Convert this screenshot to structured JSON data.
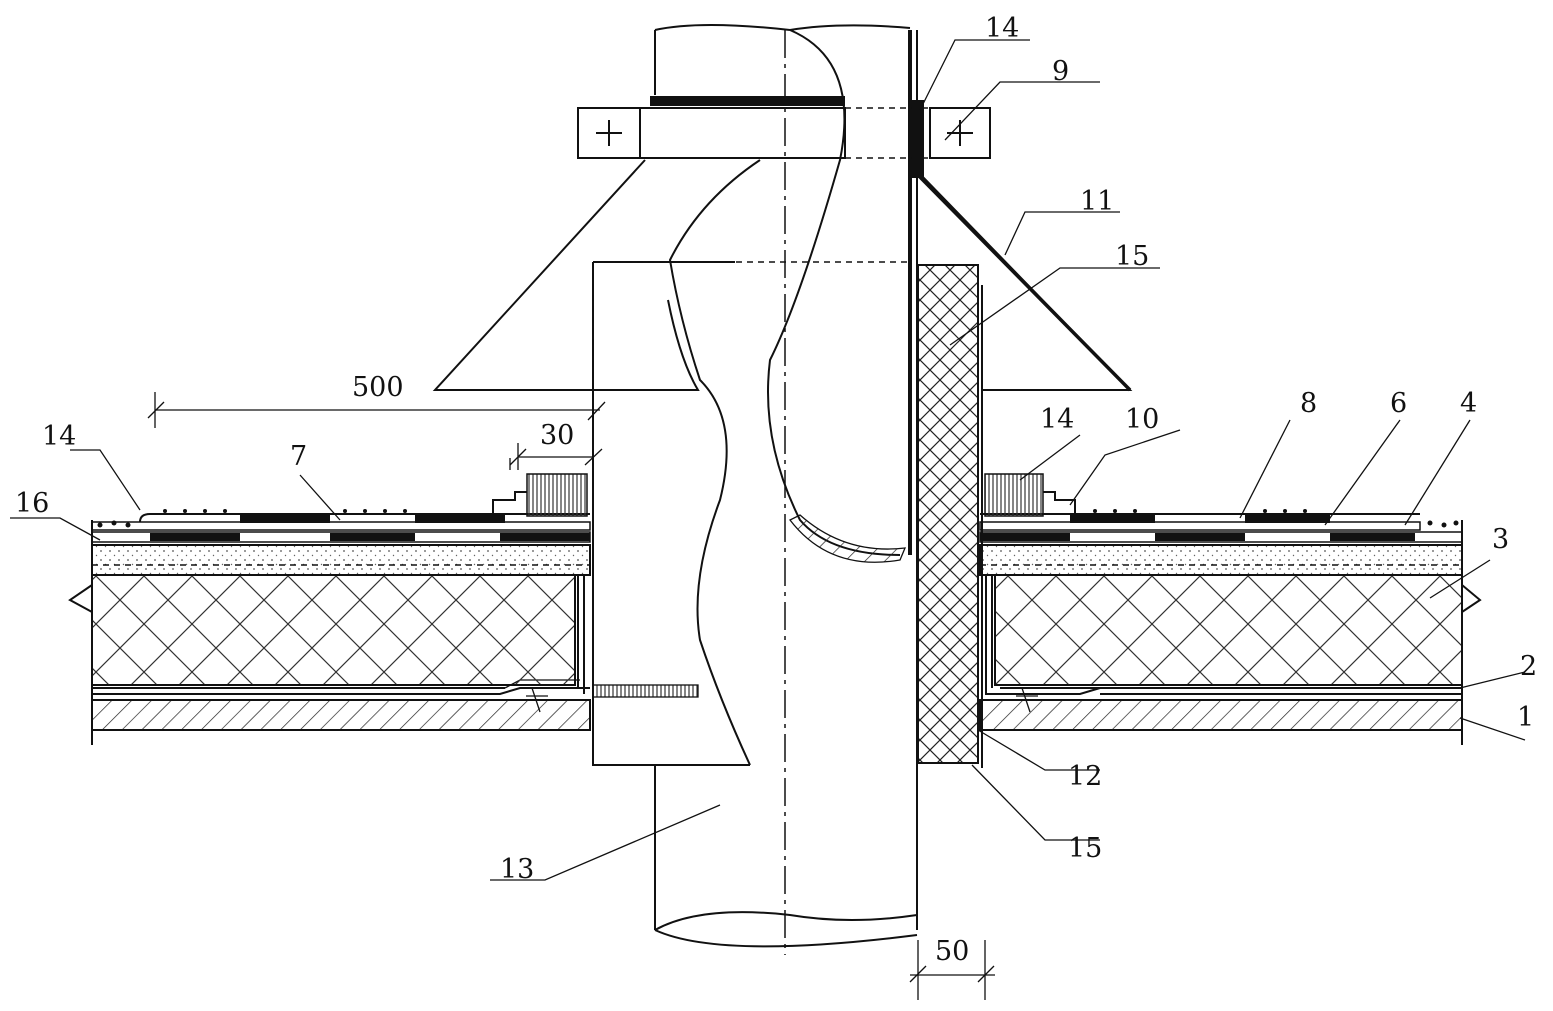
{
  "callouts": {
    "c1": "1",
    "c2": "2",
    "c3": "3",
    "c4": "4",
    "c6": "6",
    "c7": "7",
    "c8": "8",
    "c9": "9",
    "c10": "10",
    "c11": "11",
    "c12": "12",
    "c13": "13",
    "c14a": "14",
    "c14b": "14",
    "c14c": "14",
    "c15a": "15",
    "c15b": "15",
    "c16": "16"
  },
  "dimensions": {
    "d500": "500",
    "d30": "30",
    "d50": "50"
  }
}
